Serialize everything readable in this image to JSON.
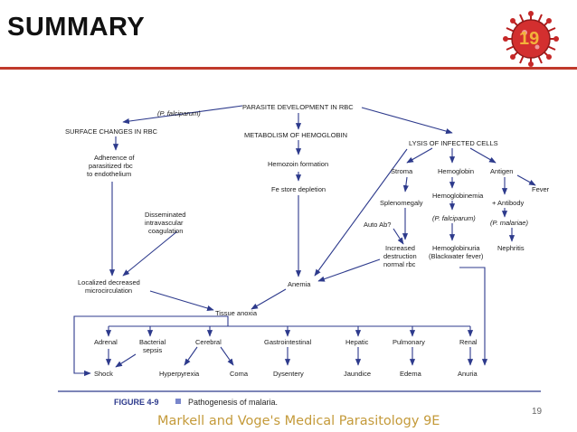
{
  "slide": {
    "title": "SUMMARY",
    "badge_number": "19",
    "page_number": "19",
    "footer": "Markell and Voge's Medical Parasitology 9E",
    "accent_color": "#c0392b"
  },
  "figure": {
    "label": "FIGURE 4-9",
    "caption": "Pathogenesis of malaria.",
    "nodes": {
      "root": "PARASITE DEVELOPMENT IN RBC",
      "pfalc_top": "(P. falciparum)",
      "surface": "SURFACE CHANGES IN RBC",
      "metabolism": "METABOLISM OF HEMOGLOBIN",
      "lysis": "LYSIS OF INFECTED CELLS",
      "adherence": [
        "Adherence of",
        "parasitized rbc",
        "to endothelium"
      ],
      "hemozoin": "Hemozoin formation",
      "fe_store": "Fe store depletion",
      "stroma": "Stroma",
      "hemoglobin": "Hemoglobin",
      "antigen": "Antigen",
      "fever": "Fever",
      "splenomegaly": "Splenomegaly",
      "hemoglobinemia": "Hemoglobinemia",
      "antibody": "+ Antibody",
      "pfalc_mid": "(P. falciparum)",
      "pmalariae": "(P. malariae)",
      "autoab": "Auto Ab?",
      "increased": [
        "Increased",
        "destruction",
        "normal rbc"
      ],
      "hemoglobinuria": [
        "Hemoglobinuria",
        "(Blackwater fever)"
      ],
      "nephritis": "Nephritis",
      "dic": [
        "Disseminated",
        "intravascular",
        "coagulation"
      ],
      "localized": [
        "Localized decreased",
        "microcirculation"
      ],
      "anemia": "Anemia",
      "anoxia": "Tissue anoxia",
      "adrenal": "Adrenal",
      "bacterial": [
        "Bacterial",
        "sepsis"
      ],
      "cerebral": "Cerebral",
      "gi": "Gastrointestinal",
      "hepatic": "Hepatic",
      "pulmonary": "Pulmonary",
      "renal": "Renal",
      "shock": "Shock",
      "hyperpyrexia": "Hyperpyrexia",
      "coma": "Coma",
      "dysentery": "Dysentery",
      "jaundice": "Jaundice",
      "edema": "Edema",
      "anuria": "Anuria"
    }
  }
}
